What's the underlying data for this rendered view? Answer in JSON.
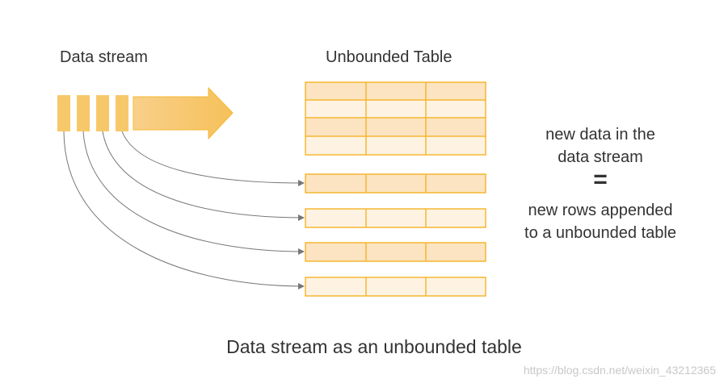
{
  "labels": {
    "data_stream": "Data stream",
    "unbounded_table": "Unbounded Table",
    "right_line1": "new data in the",
    "right_line2": "data stream",
    "equals": "=",
    "right_line3": "new rows appended",
    "right_line4": "to a unbounded table",
    "caption": "Data stream as an unbounded table",
    "watermark": "https://blog.csdn.net/weixin_43212365"
  },
  "colors": {
    "accent": "#F7C86A",
    "fill_dark": "#FCE4C2",
    "fill_light": "#FEF3E3",
    "border": "#F5B731",
    "connector": "#777777"
  },
  "stream": {
    "packets": 4
  },
  "table": {
    "columns": 3,
    "existing_rows": 4,
    "appended_rows": 4
  }
}
